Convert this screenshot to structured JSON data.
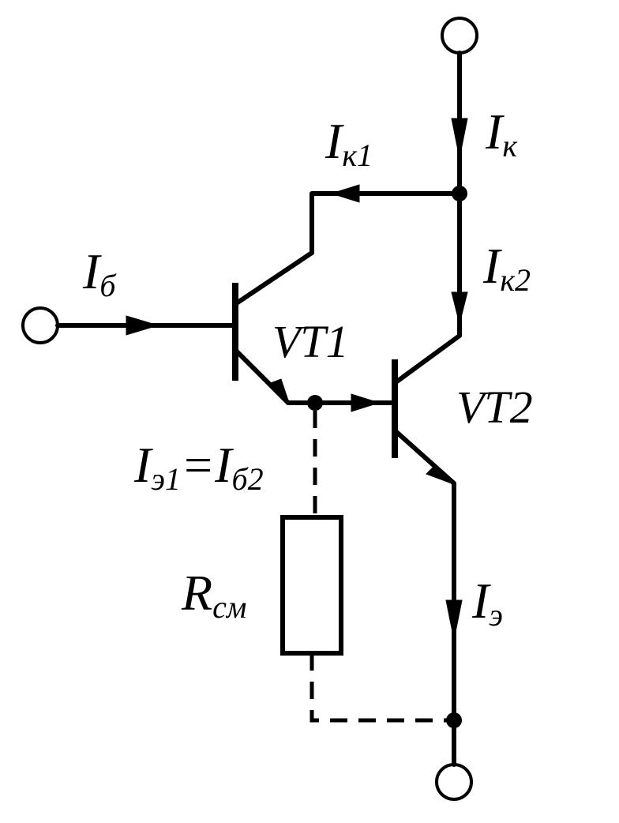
{
  "diagram": {
    "labels": {
      "ik_main": "I",
      "ik_main_sub": "к",
      "ik1": "I",
      "ik1_sub": "к1",
      "ib": "I",
      "ib_sub": "б",
      "ik2": "I",
      "ik2_sub": "к2",
      "vt1": "VT1",
      "vt2": "VT2",
      "ie1": "I",
      "ie1_sub": "э1",
      "eq": "=",
      "ib2": "I",
      "ib2_sub": "б2",
      "rsm": "R",
      "rsm_sub": "см",
      "ie": "I",
      "ie_sub": "э"
    },
    "colors": {
      "stroke": "#000000",
      "background": "#ffffff"
    }
  }
}
